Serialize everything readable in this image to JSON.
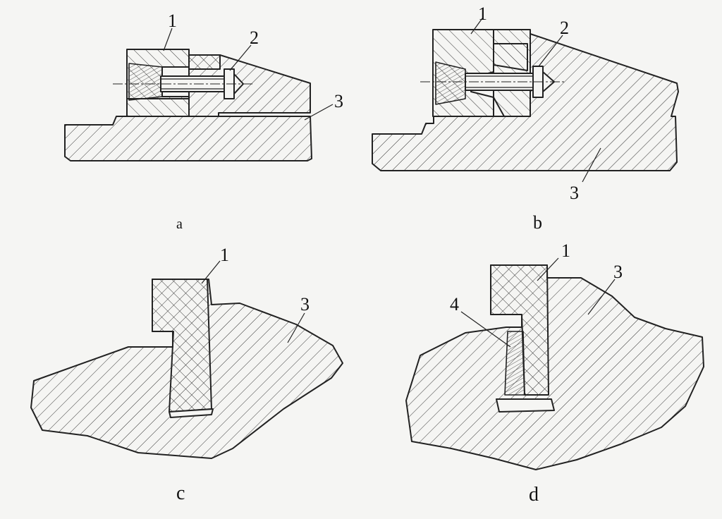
{
  "panels": [
    {
      "id": "a",
      "caption": "a",
      "callouts": [
        "1",
        "2",
        "3"
      ]
    },
    {
      "id": "b",
      "caption": "b",
      "callouts": [
        "1",
        "2",
        "3"
      ]
    },
    {
      "id": "c",
      "caption": "c",
      "callouts": [
        "1",
        "3"
      ]
    },
    {
      "id": "d",
      "caption": "d",
      "callouts": [
        "1",
        "3",
        "4"
      ]
    }
  ]
}
